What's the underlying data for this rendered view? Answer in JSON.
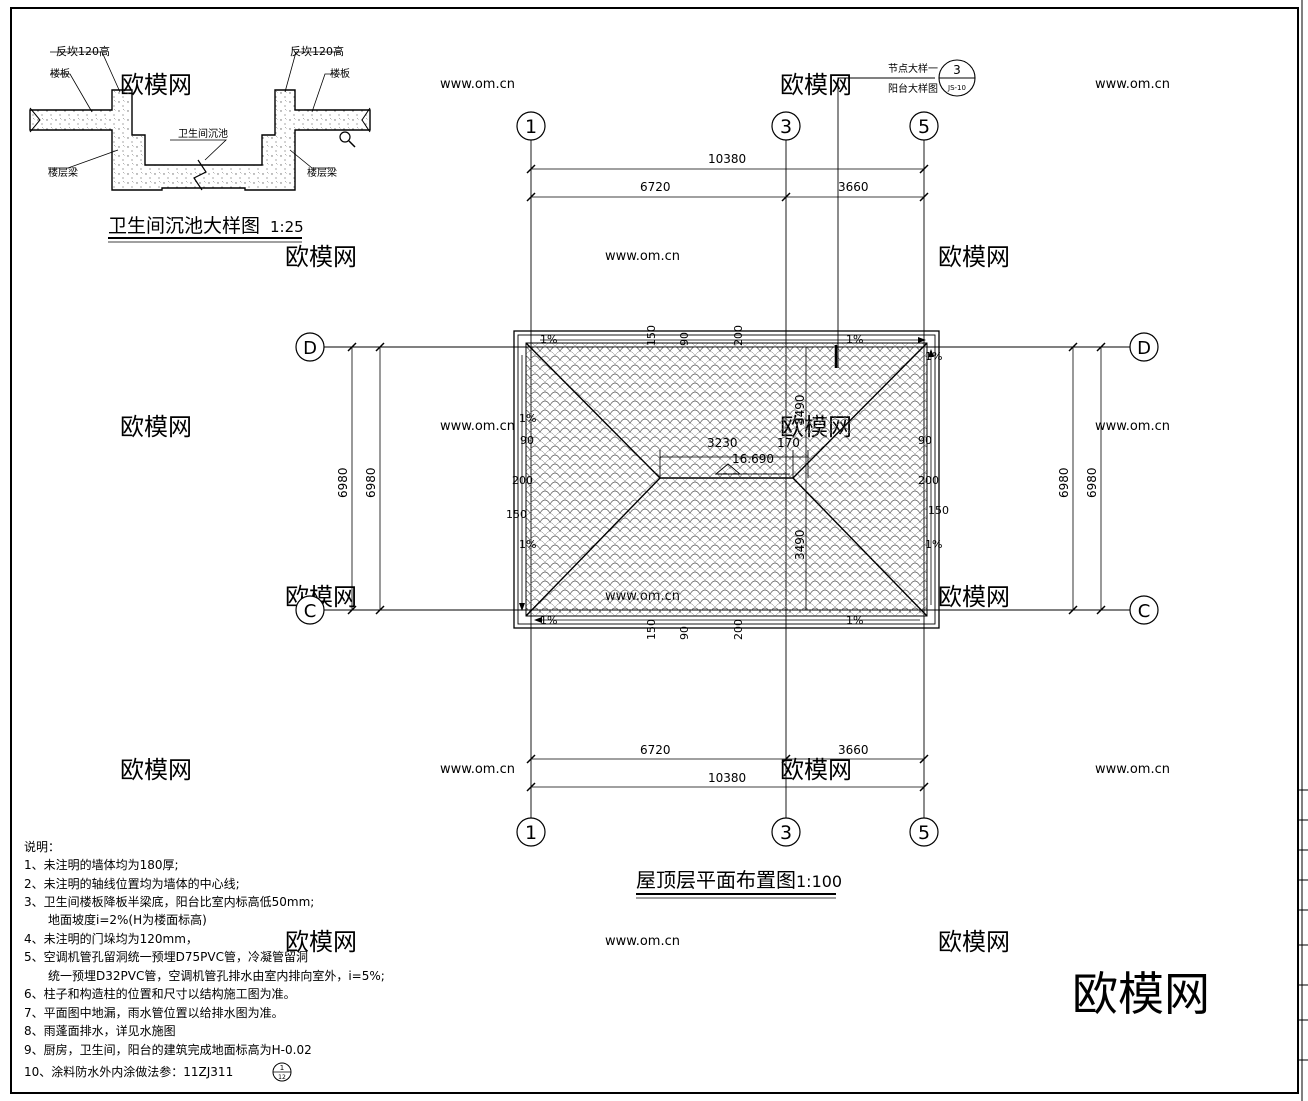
{
  "detail": {
    "title": "卫生间沉池大样图",
    "scale": "1:25",
    "label_upturn_left": "反坎120高",
    "label_upturn_right": "反坎120高",
    "label_slab_left": "楼板",
    "label_slab_right": "楼板",
    "label_pit": "卫生间沉池",
    "label_beam_left": "楼层梁",
    "label_beam_right": "楼层梁"
  },
  "plan": {
    "title": "屋顶层平面布置图",
    "scale": "1:100",
    "axes": {
      "top": [
        "1",
        "3",
        "5"
      ],
      "bottom": [
        "1",
        "3",
        "5"
      ],
      "left": [
        "D",
        "C"
      ],
      "right": [
        "D",
        "C"
      ]
    },
    "dims": {
      "top_total": "10380",
      "top_a": "6720",
      "top_b": "3660",
      "bottom_total": "10380",
      "bottom_a": "6720",
      "bottom_b": "3660",
      "left_outer": "6980",
      "left_inner": "6980",
      "right_outer": "6980",
      "right_inner": "6980",
      "ridge_len": "3230",
      "ridge_off": "170",
      "half_top": "3490",
      "half_bot": "3490",
      "edge_150": "150",
      "edge_90": "90",
      "edge_200": "200",
      "elevation": "16.690",
      "slope": "1%"
    },
    "callout": {
      "text1": "节点大样一",
      "text2": "阳台大样图",
      "number": "3",
      "sheet": "JS-10"
    }
  },
  "notes": {
    "heading": "说明：",
    "items": [
      "1、未注明的墙体均为180厚;",
      "2、未注明的轴线位置均为墙体的中心线;",
      "3、卫生间楼板降板半梁底，阳台比室内标高低50mm;",
      "地面坡度i=2%(H为楼面标高)",
      "4、未注明的门垛均为120mm，",
      "5、空调机管孔留洞统一预埋D75PVC管，冷凝管留洞",
      "统一预埋D32PVC管，空调机管孔排水由室内排向室外，i=5%;",
      "6、柱子和构造柱的位置和尺寸以结构施工图为准。",
      "7、平面图中地漏，雨水管位置以给排水图为准。",
      "8、雨蓬面排水，详见水施图",
      "9、厨房，卫生间，阳台的建筑完成地面标高为H-0.02",
      "10、涂料防水外内涂做法参：11ZJ311"
    ],
    "ref_top": "1",
    "ref_bottom": "12"
  },
  "watermark": {
    "logo": "欧模网",
    "url": "www.om.cn"
  }
}
